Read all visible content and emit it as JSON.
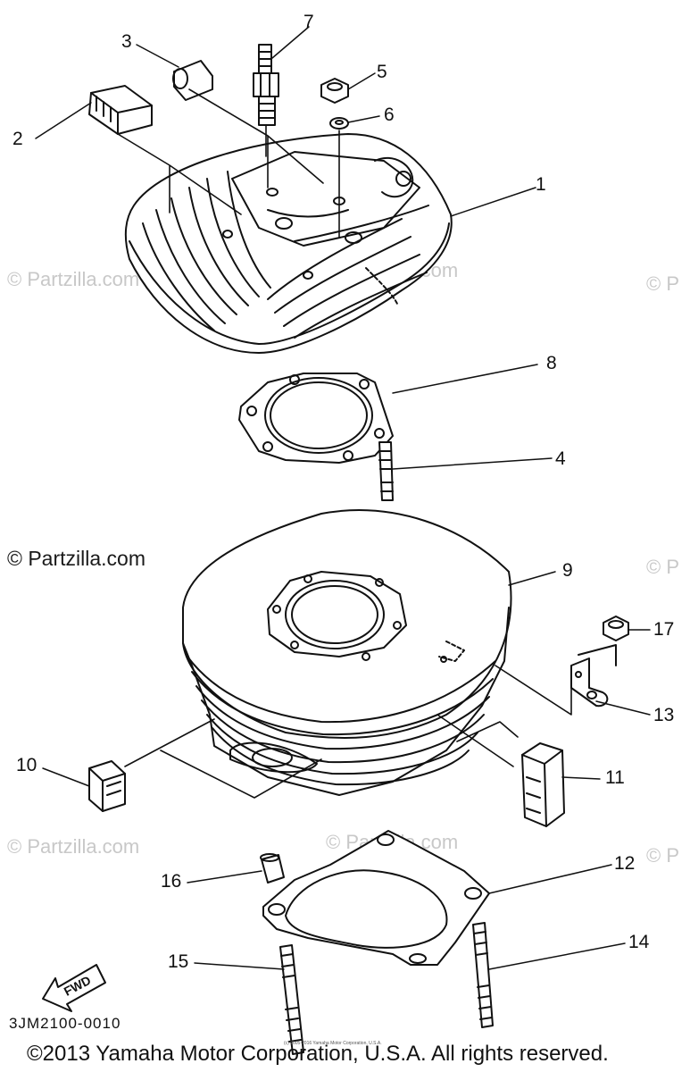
{
  "watermark": {
    "text": "© Partzilla.com",
    "edge_text": "© P"
  },
  "callouts": [
    "1",
    "2",
    "3",
    "4",
    "5",
    "6",
    "7",
    "8",
    "9",
    "10",
    "11",
    "12",
    "13",
    "14",
    "15",
    "16",
    "17"
  ],
  "fwd_label": "FWD",
  "catalog_code": "3JM2100-0010",
  "copyright": "©2013 Yamaha Motor Corporation, U.S.A. All rights reserved.",
  "small_copyright": "(c) 2005-2016 Yamaha Motor Corporation, U.S.A."
}
